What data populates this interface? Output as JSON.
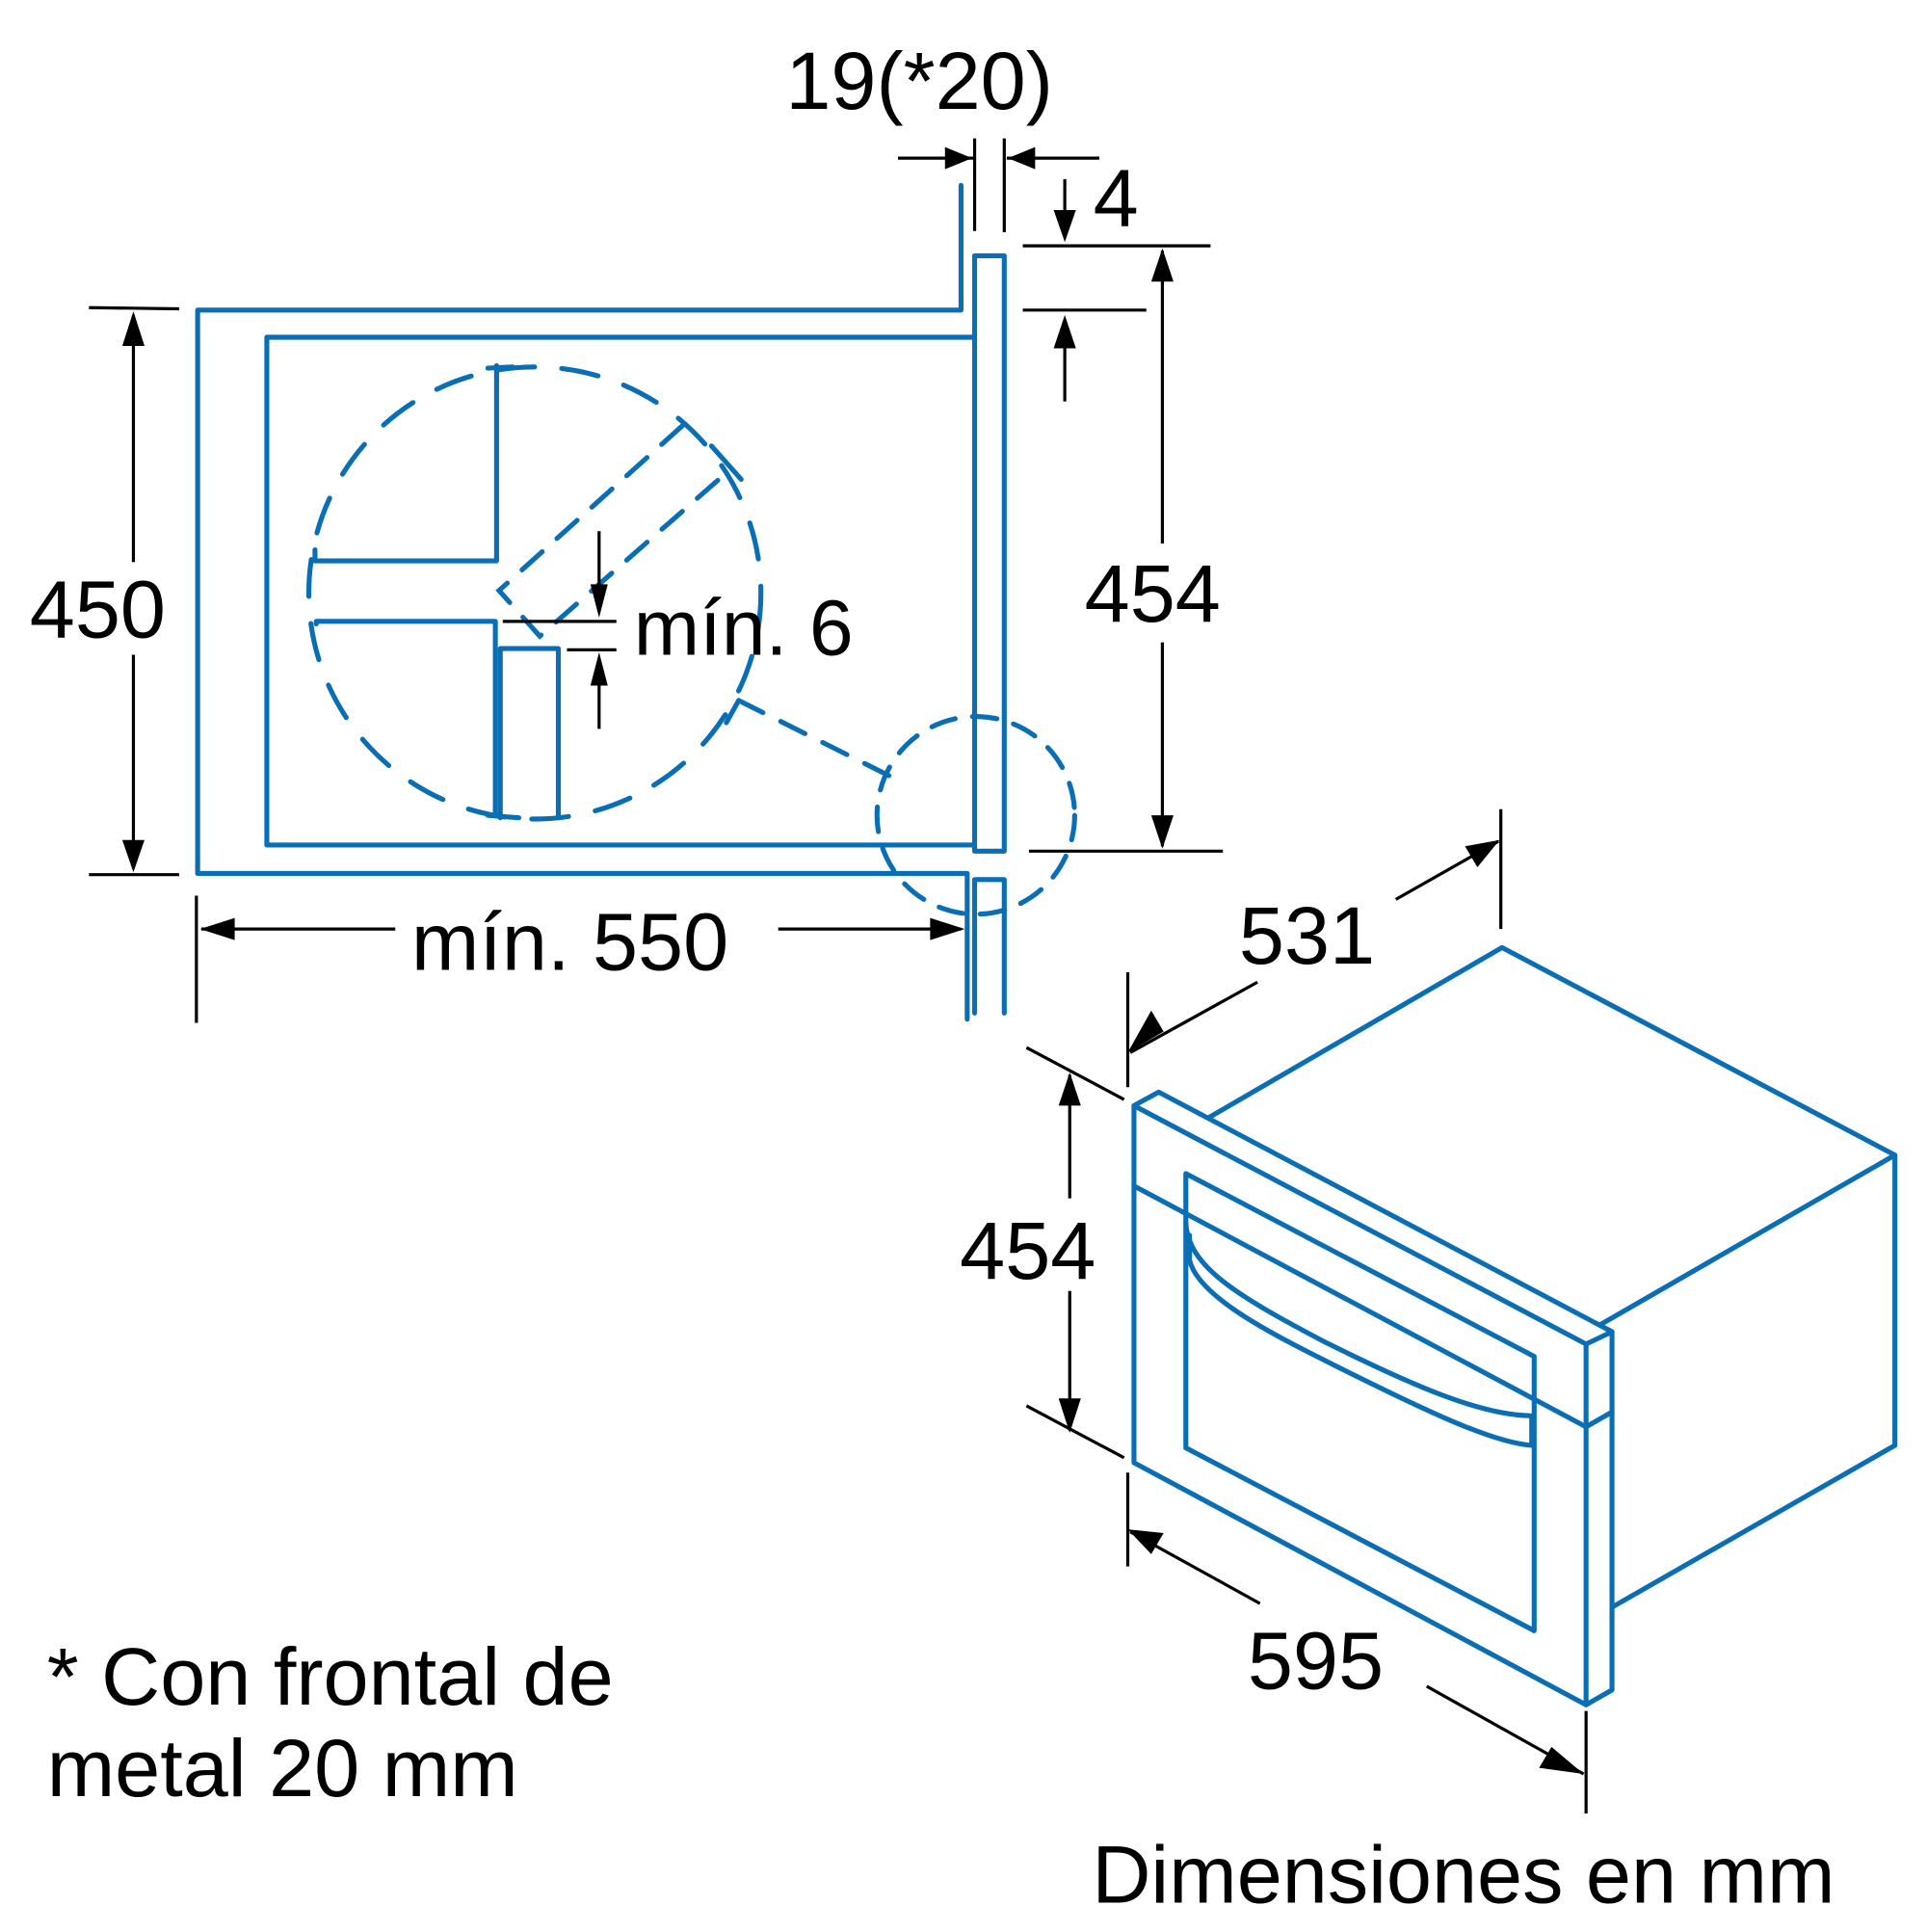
{
  "colors": {
    "line": "#0a6eb4",
    "dimension": "#000000",
    "background": "#ffffff"
  },
  "dimensions": {
    "gap_top": "19(*20)",
    "front_offset": "4",
    "niche_height": "450",
    "appliance_height_section": "454",
    "min_gap": "mín. 6",
    "niche_depth": "mín. 550",
    "appliance_depth": "531",
    "appliance_height_iso": "454",
    "appliance_width": "595"
  },
  "notes": {
    "footnote_line1": "* Con frontal de",
    "footnote_line2": "metal 20 mm",
    "units": "Dimensiones en mm"
  }
}
